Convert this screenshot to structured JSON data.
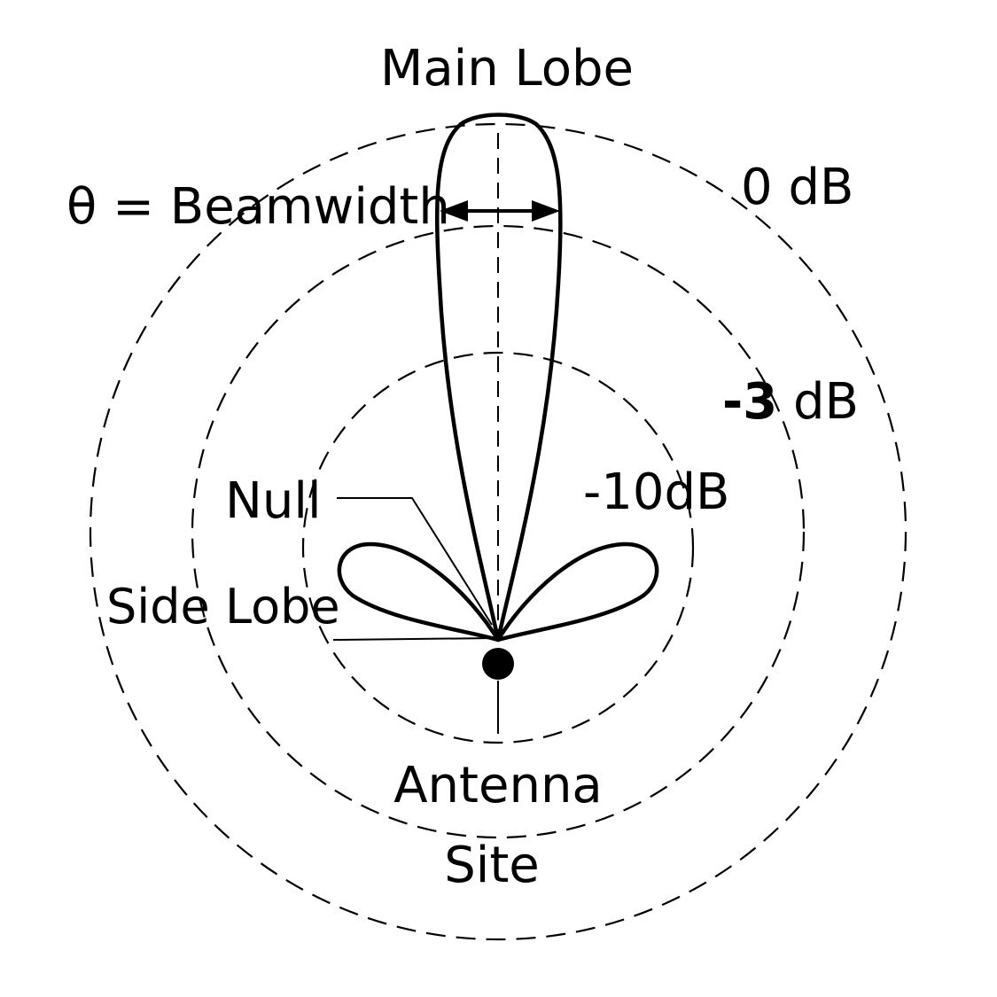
{
  "labels": {
    "main_lobe": "Main Lobe",
    "beamwidth": "θ = Beamwidth",
    "null": "Null",
    "side_lobe": "Side Lobe",
    "antenna_line1": "Antenna",
    "antenna_line2": "Site"
  },
  "rings": {
    "outer": {
      "value": "0",
      "unit": " dB"
    },
    "middle": {
      "value": "-3",
      "unit": " dB"
    },
    "inner": {
      "value": "-10dB"
    }
  },
  "colors": {
    "ink": "#000000",
    "background": "#ffffff"
  }
}
